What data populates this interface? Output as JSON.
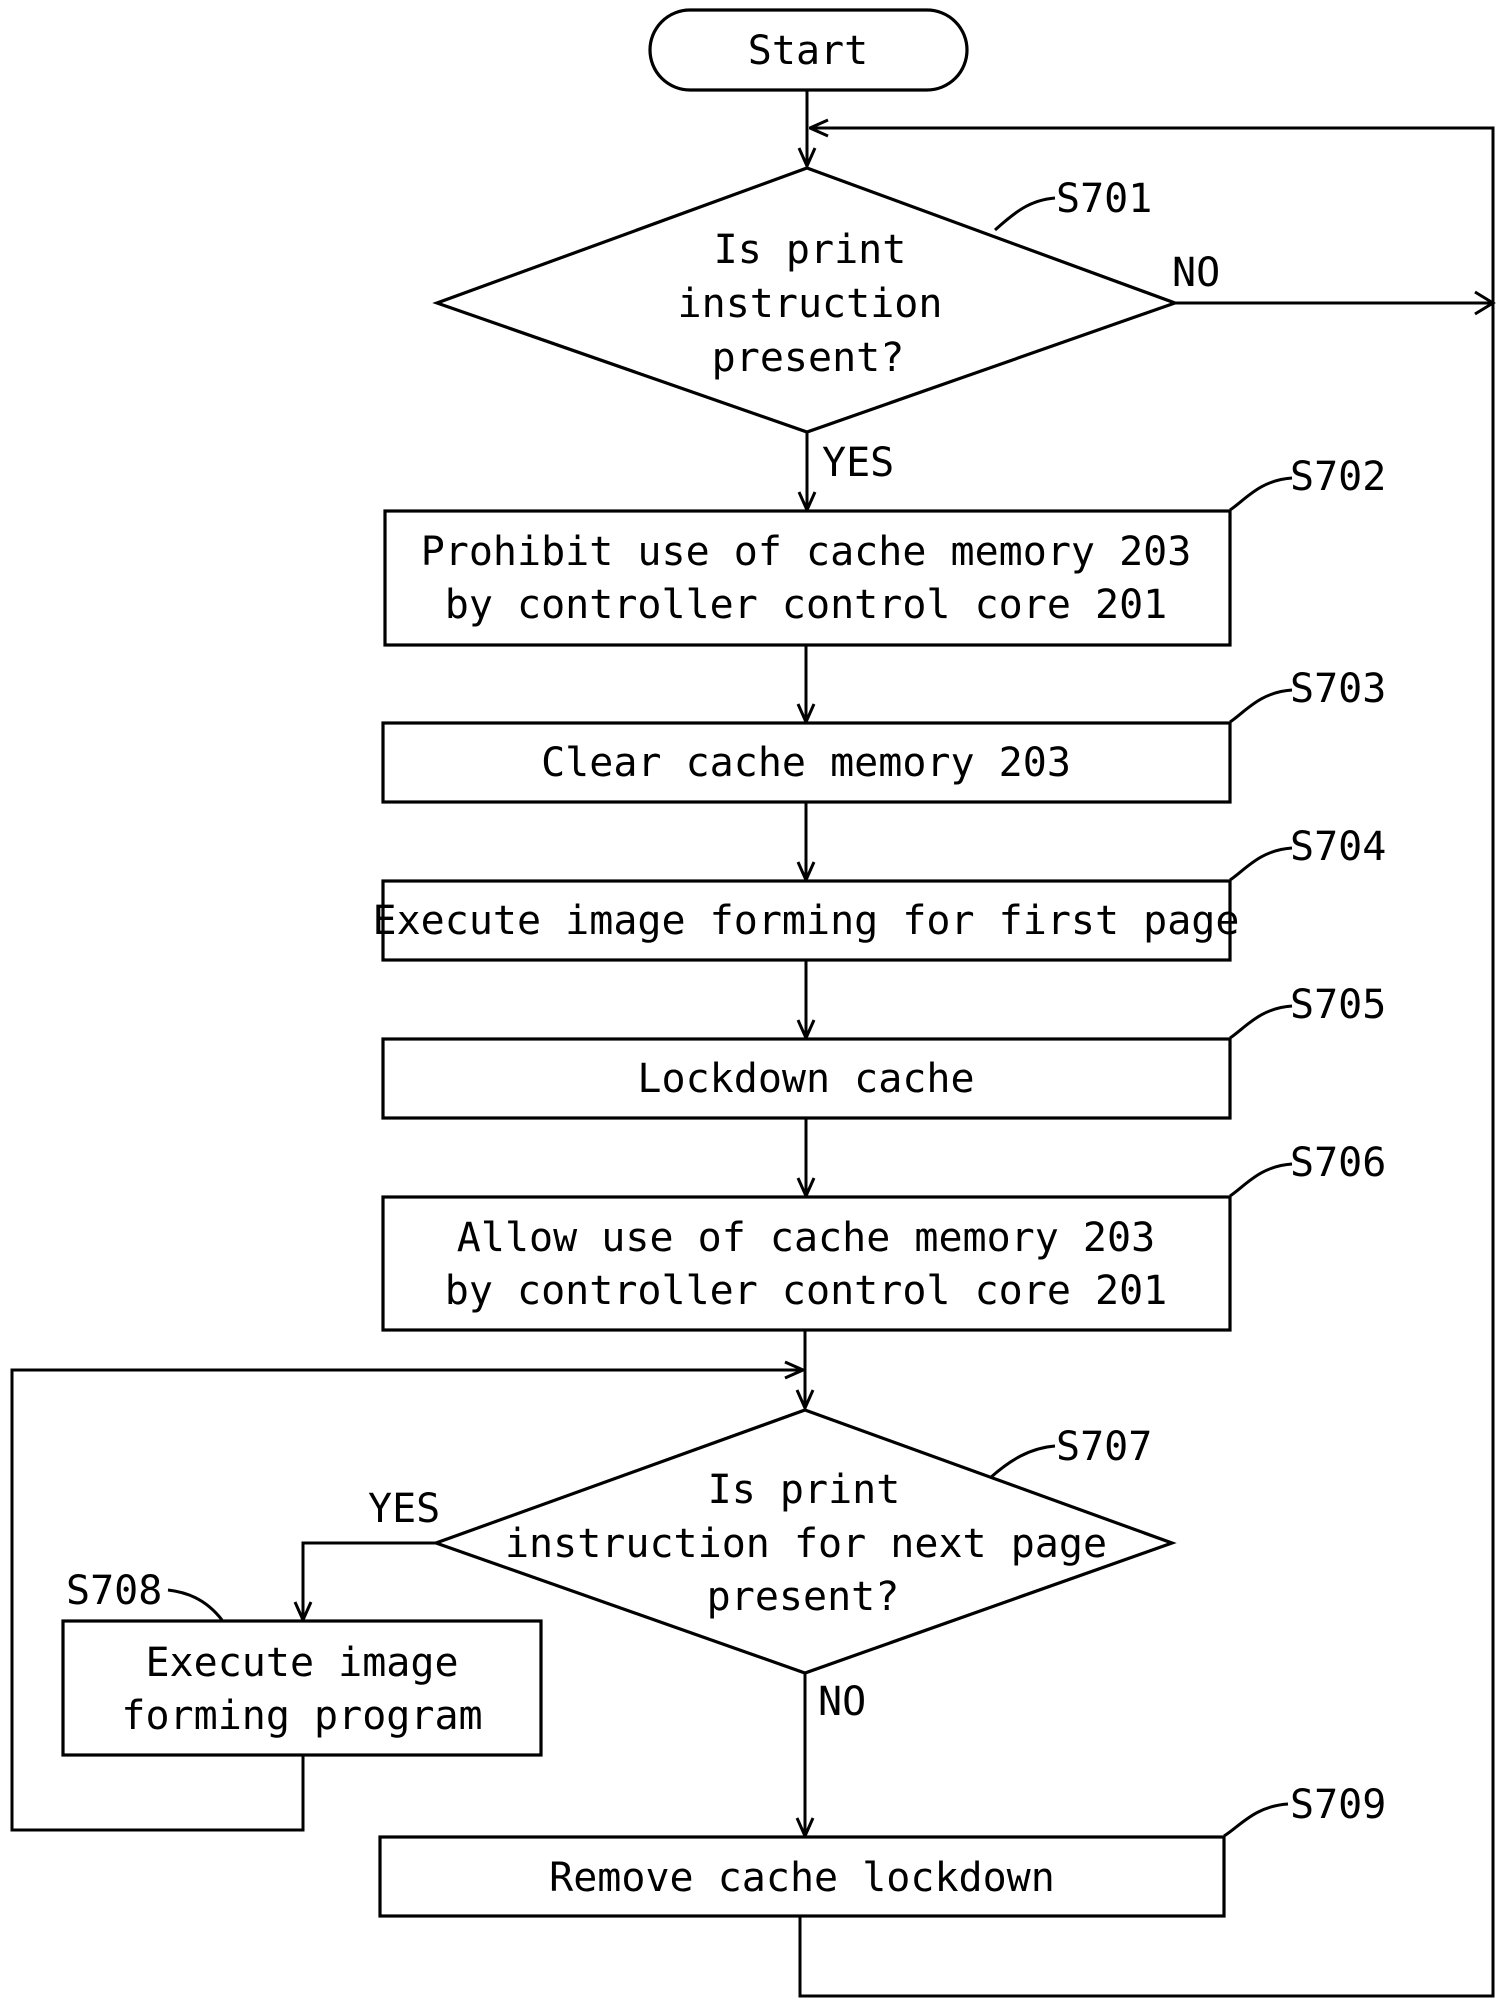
{
  "start": {
    "label": "Start"
  },
  "decisions": [
    {
      "id": "S701",
      "lines": [
        "Is print",
        "instruction",
        "present?"
      ],
      "yes": "YES",
      "no": "NO"
    },
    {
      "id": "S707",
      "lines": [
        "Is print",
        "instruction for next page",
        "present?"
      ],
      "yes": "YES",
      "no": "NO"
    }
  ],
  "steps": [
    {
      "id": "S702",
      "lines": [
        "Prohibit use of cache memory 203",
        "by controller control core 201"
      ]
    },
    {
      "id": "S703",
      "lines": [
        "Clear cache memory 203"
      ]
    },
    {
      "id": "S704",
      "lines": [
        "Execute image forming for first page"
      ]
    },
    {
      "id": "S705",
      "lines": [
        "Lockdown cache"
      ]
    },
    {
      "id": "S706",
      "lines": [
        "Allow use of cache memory 203",
        "by controller control core 201"
      ]
    },
    {
      "id": "S708",
      "lines": [
        "Execute image",
        "forming program"
      ]
    },
    {
      "id": "S709",
      "lines": [
        "Remove cache lockdown"
      ]
    }
  ]
}
